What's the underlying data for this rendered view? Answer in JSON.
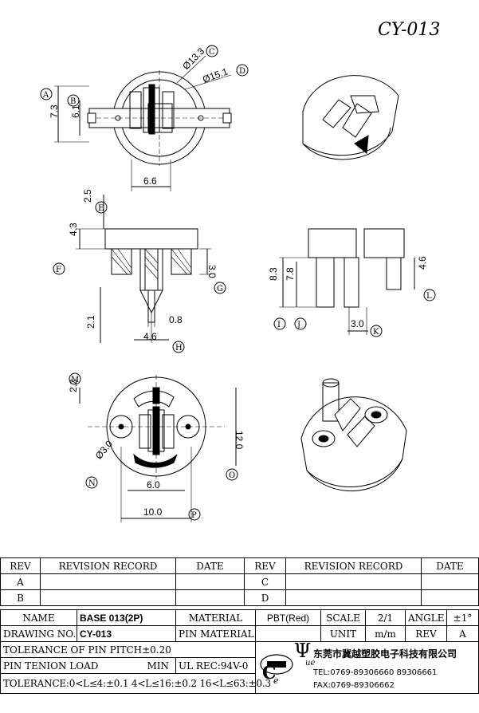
{
  "title": "CY-013",
  "dims": {
    "a": "7.3",
    "b": "6.1",
    "c": "Ø13.3",
    "d": "Ø15.1",
    "top_w": "6.6",
    "e": "2.5",
    "f": "4.3",
    "g": "3.0",
    "pin_h": "2.1",
    "pin_w": "0.8",
    "pin_pitch": "4.6",
    "i": "8.3",
    "j": "7.8",
    "l": "4.6",
    "k": "3.0",
    "m": "2.2",
    "d2": "12.0",
    "n": "Ø3.0",
    "p_inner": "6.0",
    "p_outer": "10.0"
  },
  "callouts": [
    "A",
    "B",
    "C",
    "D",
    "E",
    "F",
    "G",
    "H",
    "I",
    "J",
    "K",
    "L",
    "M",
    "N",
    "O",
    "P"
  ],
  "revision_table": {
    "headers": [
      "REV",
      "REVISION RECORD",
      "DATE",
      "REV",
      "REVISION RECORD",
      "DATE"
    ],
    "rows": [
      [
        "A",
        "",
        "",
        "C",
        "",
        ""
      ],
      [
        "B",
        "",
        "",
        "D",
        "",
        ""
      ]
    ]
  },
  "spec": {
    "name_label": "NAME",
    "name_value": "BASE 013(2P)",
    "material_label": "MATERIAL",
    "material_value": "PBT(Red)",
    "scale_label": "SCALE",
    "scale_value": "2/1",
    "angle_label": "ANGLE",
    "angle_value": "±1°",
    "drawing_no_label": "DRAWING NO.",
    "drawing_no_value": "CY-013",
    "pin_material_label": "PIN MATERIAL",
    "pin_material_value": "",
    "unit_label": "UNIT",
    "unit_value": "m/m",
    "rev_label": "REV",
    "rev_value": "A",
    "tol_pitch": "TOLERANCE OF PIN PITCH±0.20",
    "pin_load_label": "PIN TENION LOAD",
    "pin_load_value": "MIN",
    "ul_rec": "UL REC:94V-0",
    "tolerance": "TOLERANCE:0<L≤4:±0.1   4<L≤16:±0.2   16<L≤63:±0.3",
    "company": "东莞市冀越塑胶电子科技有限公司",
    "tel": "TEL:0769-89306660 89306661",
    "fax": "FAX:0769-89306662",
    "logo_letters": [
      "C",
      "e",
      "ue",
      "Ψ"
    ]
  }
}
